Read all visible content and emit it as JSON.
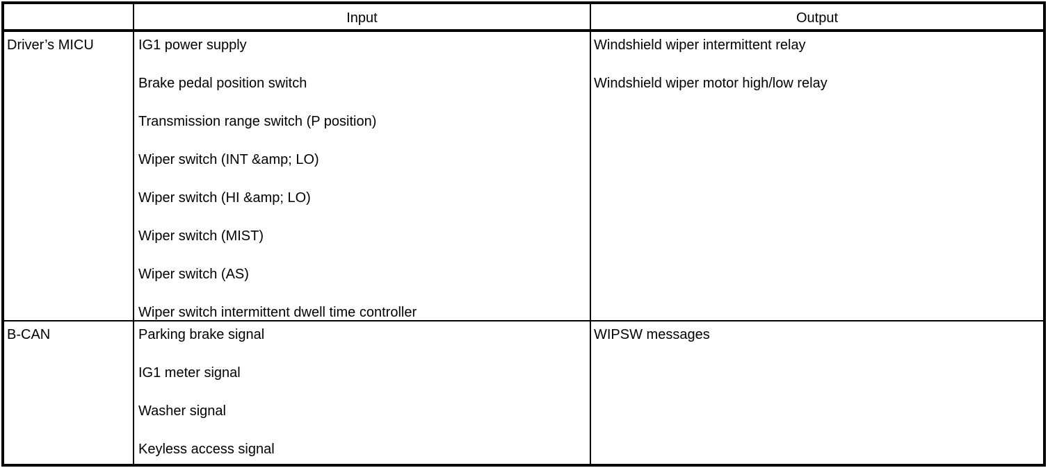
{
  "table": {
    "headers": {
      "module": "",
      "input": "Input",
      "output": "Output"
    },
    "rows": [
      {
        "module": "Driver’s MICU",
        "inputs": [
          "IG1 power supply",
          "Brake pedal position switch",
          "Transmission range switch (P position)",
          "Wiper switch (INT &amp; LO)",
          "Wiper switch (HI &amp; LO)",
          "Wiper switch (MIST)",
          "Wiper switch (AS)",
          "Wiper switch intermittent dwell time controller"
        ],
        "outputs": [
          "Windshield wiper intermittent relay",
          "Windshield wiper motor high/low relay"
        ]
      },
      {
        "module": "B-CAN",
        "inputs": [
          "Parking brake signal",
          "IG1 meter signal",
          "Washer signal",
          "Keyless access signal"
        ],
        "outputs": [
          "WIPSW messages"
        ]
      }
    ]
  },
  "colors": {
    "border": "#000000",
    "text": "#000000",
    "background": "#ffffff"
  }
}
